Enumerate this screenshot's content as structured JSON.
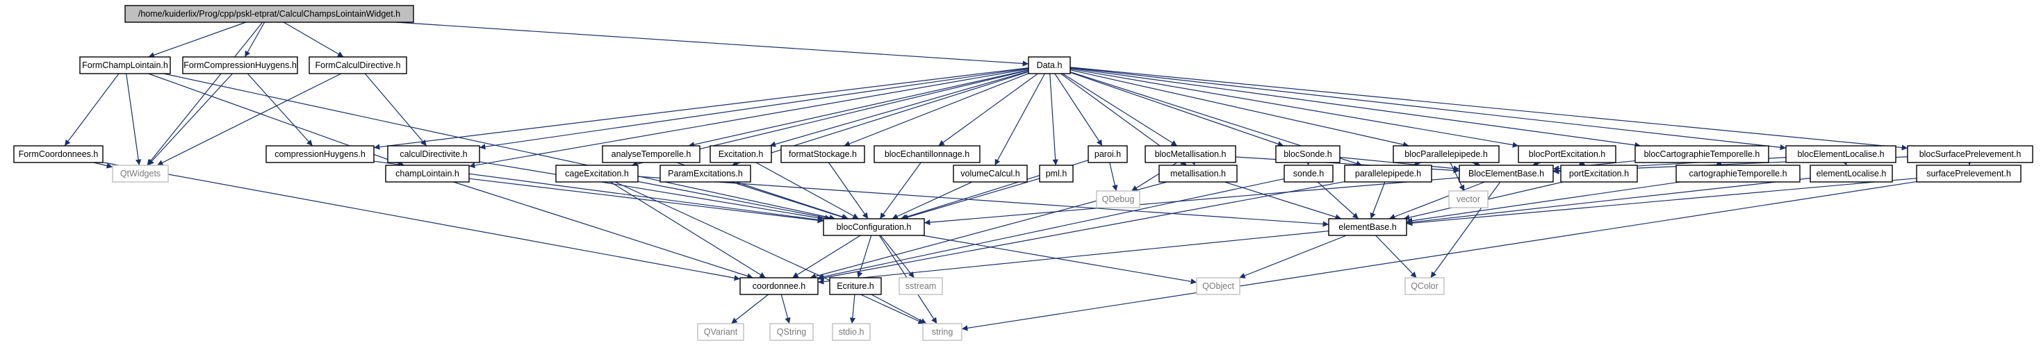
{
  "diagram": {
    "nodes": [
      {
        "id": "root",
        "label": "/home/kuiderlix/Prog/cpp/pskl-etprat/CalculChampsLointainWidget.h",
        "kind": "root"
      },
      {
        "id": "FormChampLointain",
        "label": "FormChampLointain.h",
        "kind": "internal"
      },
      {
        "id": "FormCompressionHuygens",
        "label": "FormCompressionHuygens.h",
        "kind": "internal"
      },
      {
        "id": "FormCalculDirective",
        "label": "FormCalculDirective.h",
        "kind": "internal"
      },
      {
        "id": "Data",
        "label": "Data.h",
        "kind": "internal"
      },
      {
        "id": "FormCoordonnees",
        "label": "FormCoordonnees.h",
        "kind": "internal"
      },
      {
        "id": "QtWidgets",
        "label": "QtWidgets",
        "kind": "external"
      },
      {
        "id": "compressionHuygens",
        "label": "compressionHuygens.h",
        "kind": "internal"
      },
      {
        "id": "calculDirectivite",
        "label": "calculDirectivite.h",
        "kind": "internal"
      },
      {
        "id": "analyseTemporelle",
        "label": "analyseTemporelle.h",
        "kind": "internal"
      },
      {
        "id": "Excitation",
        "label": "Excitation.h",
        "kind": "internal"
      },
      {
        "id": "formatStockage",
        "label": "formatStockage.h",
        "kind": "internal"
      },
      {
        "id": "blocEchantillonnage",
        "label": "blocEchantillonnage.h",
        "kind": "internal"
      },
      {
        "id": "paroi",
        "label": "paroi.h",
        "kind": "internal"
      },
      {
        "id": "blocMetallisation",
        "label": "blocMetallisation.h",
        "kind": "internal"
      },
      {
        "id": "blocSonde",
        "label": "blocSonde.h",
        "kind": "internal"
      },
      {
        "id": "blocParallelepipede",
        "label": "blocParallelepipede.h",
        "kind": "internal"
      },
      {
        "id": "blocPortExcitation",
        "label": "blocPortExcitation.h",
        "kind": "internal"
      },
      {
        "id": "blocCartographieTemporelle",
        "label": "blocCartographieTemporelle.h",
        "kind": "internal"
      },
      {
        "id": "blocElementLocalise",
        "label": "blocElementLocalise.h",
        "kind": "internal"
      },
      {
        "id": "blocSurfacePrelevement",
        "label": "blocSurfacePrelevement.h",
        "kind": "internal"
      },
      {
        "id": "champLointain",
        "label": "champLointain.h",
        "kind": "internal"
      },
      {
        "id": "cageExcitation",
        "label": "cageExcitation.h",
        "kind": "internal"
      },
      {
        "id": "ParamExcitations",
        "label": "ParamExcitations.h",
        "kind": "internal"
      },
      {
        "id": "volumeCalcul",
        "label": "volumeCalcul.h",
        "kind": "internal"
      },
      {
        "id": "pml",
        "label": "pml.h",
        "kind": "internal"
      },
      {
        "id": "QDebug",
        "label": "QDebug",
        "kind": "external"
      },
      {
        "id": "metallisation",
        "label": "metallisation.h",
        "kind": "internal"
      },
      {
        "id": "sonde",
        "label": "sonde.h",
        "kind": "internal"
      },
      {
        "id": "parallelepipede",
        "label": "parallelepipede.h",
        "kind": "internal"
      },
      {
        "id": "vector",
        "label": "vector",
        "kind": "external"
      },
      {
        "id": "BlocElementBase",
        "label": "BlocElementBase.h",
        "kind": "internal"
      },
      {
        "id": "portExcitation",
        "label": "portExcitation.h",
        "kind": "internal"
      },
      {
        "id": "cartographieTemporelle",
        "label": "cartographieTemporelle.h",
        "kind": "internal"
      },
      {
        "id": "elementLocalise",
        "label": "elementLocalise.h",
        "kind": "internal"
      },
      {
        "id": "surfacePrelevement",
        "label": "surfacePrelevement.h",
        "kind": "internal"
      },
      {
        "id": "blocConfiguration",
        "label": "blocConfiguration.h",
        "kind": "internal"
      },
      {
        "id": "elementBase",
        "label": "elementBase.h",
        "kind": "internal"
      },
      {
        "id": "coordonnee",
        "label": "coordonnee.h",
        "kind": "internal"
      },
      {
        "id": "Ecriture",
        "label": "Ecriture.h",
        "kind": "internal"
      },
      {
        "id": "sstream",
        "label": "sstream",
        "kind": "external"
      },
      {
        "id": "QObject",
        "label": "QObject",
        "kind": "external"
      },
      {
        "id": "QColor",
        "label": "QColor",
        "kind": "external"
      },
      {
        "id": "QVariant",
        "label": "QVariant",
        "kind": "external"
      },
      {
        "id": "QString",
        "label": "QString",
        "kind": "external"
      },
      {
        "id": "stdio",
        "label": "stdio.h",
        "kind": "external"
      },
      {
        "id": "string",
        "label": "string",
        "kind": "external"
      }
    ],
    "edges": [
      [
        "root",
        "FormChampLointain"
      ],
      [
        "root",
        "FormCompressionHuygens"
      ],
      [
        "root",
        "FormCalculDirective"
      ],
      [
        "root",
        "Data"
      ],
      [
        "root",
        "QtWidgets"
      ],
      [
        "FormChampLointain",
        "FormCoordonnees"
      ],
      [
        "FormChampLointain",
        "QtWidgets"
      ],
      [
        "FormChampLointain",
        "champLointain"
      ],
      [
        "FormChampLointain",
        "blocConfiguration"
      ],
      [
        "FormCompressionHuygens",
        "QtWidgets"
      ],
      [
        "FormCompressionHuygens",
        "compressionHuygens"
      ],
      [
        "FormCalculDirective",
        "QtWidgets"
      ],
      [
        "FormCalculDirective",
        "calculDirectivite"
      ],
      [
        "FormCoordonnees",
        "QtWidgets"
      ],
      [
        "FormCoordonnees",
        "coordonnee"
      ],
      [
        "Data",
        "compressionHuygens"
      ],
      [
        "Data",
        "calculDirectivite"
      ],
      [
        "Data",
        "analyseTemporelle"
      ],
      [
        "Data",
        "Excitation"
      ],
      [
        "Data",
        "formatStockage"
      ],
      [
        "Data",
        "blocEchantillonnage"
      ],
      [
        "Data",
        "paroi"
      ],
      [
        "Data",
        "blocMetallisation"
      ],
      [
        "Data",
        "blocSonde"
      ],
      [
        "Data",
        "blocParallelepipede"
      ],
      [
        "Data",
        "blocPortExcitation"
      ],
      [
        "Data",
        "blocCartographieTemporelle"
      ],
      [
        "Data",
        "blocElementLocalise"
      ],
      [
        "Data",
        "blocSurfacePrelevement"
      ],
      [
        "Data",
        "champLointain"
      ],
      [
        "Data",
        "cageExcitation"
      ],
      [
        "Data",
        "ParamExcitations"
      ],
      [
        "Data",
        "volumeCalcul"
      ],
      [
        "Data",
        "pml"
      ],
      [
        "Data",
        "metallisation"
      ],
      [
        "Data",
        "parallelepipede"
      ],
      [
        "compressionHuygens",
        "blocConfiguration"
      ],
      [
        "calculDirectivite",
        "blocConfiguration"
      ],
      [
        "analyseTemporelle",
        "blocConfiguration"
      ],
      [
        "Excitation",
        "blocConfiguration"
      ],
      [
        "formatStockage",
        "blocConfiguration"
      ],
      [
        "blocEchantillonnage",
        "blocConfiguration"
      ],
      [
        "paroi",
        "blocConfiguration"
      ],
      [
        "paroi",
        "QDebug"
      ],
      [
        "blocMetallisation",
        "QDebug"
      ],
      [
        "blocMetallisation",
        "metallisation"
      ],
      [
        "blocMetallisation",
        "BlocElementBase"
      ],
      [
        "blocSonde",
        "sonde"
      ],
      [
        "blocSonde",
        "BlocElementBase"
      ],
      [
        "blocParallelepipede",
        "parallelepipede"
      ],
      [
        "blocParallelepipede",
        "vector"
      ],
      [
        "blocParallelepipede",
        "BlocElementBase"
      ],
      [
        "blocPortExcitation",
        "portExcitation"
      ],
      [
        "blocPortExcitation",
        "BlocElementBase"
      ],
      [
        "blocCartographieTemporelle",
        "cartographieTemporelle"
      ],
      [
        "blocCartographieTemporelle",
        "BlocElementBase"
      ],
      [
        "blocElementLocalise",
        "elementLocalise"
      ],
      [
        "blocElementLocalise",
        "BlocElementBase"
      ],
      [
        "blocSurfacePrelevement",
        "surfacePrelevement"
      ],
      [
        "blocSurfacePrelevement",
        "BlocElementBase"
      ],
      [
        "champLointain",
        "blocConfiguration"
      ],
      [
        "champLointain",
        "coordonnee"
      ],
      [
        "cageExcitation",
        "blocConfiguration"
      ],
      [
        "cageExcitation",
        "coordonnee"
      ],
      [
        "cageExcitation",
        "elementBase"
      ],
      [
        "cageExcitation",
        "string"
      ],
      [
        "ParamExcitations",
        "blocConfiguration"
      ],
      [
        "volumeCalcul",
        "blocConfiguration"
      ],
      [
        "pml",
        "blocConfiguration"
      ],
      [
        "metallisation",
        "elementBase"
      ],
      [
        "metallisation",
        "coordonnee"
      ],
      [
        "sonde",
        "elementBase"
      ],
      [
        "sonde",
        "coordonnee"
      ],
      [
        "parallelepipede",
        "elementBase"
      ],
      [
        "parallelepipede",
        "coordonnee"
      ],
      [
        "BlocElementBase",
        "blocConfiguration"
      ],
      [
        "BlocElementBase",
        "elementBase"
      ],
      [
        "BlocElementBase",
        "QColor"
      ],
      [
        "portExcitation",
        "elementBase"
      ],
      [
        "cartographieTemporelle",
        "elementBase"
      ],
      [
        "elementLocalise",
        "elementBase"
      ],
      [
        "surfacePrelevement",
        "elementBase"
      ],
      [
        "surfacePrelevement",
        "string"
      ],
      [
        "blocConfiguration",
        "coordonnee"
      ],
      [
        "blocConfiguration",
        "Ecriture"
      ],
      [
        "blocConfiguration",
        "sstream"
      ],
      [
        "blocConfiguration",
        "string"
      ],
      [
        "blocConfiguration",
        "QObject"
      ],
      [
        "elementBase",
        "coordonnee"
      ],
      [
        "elementBase",
        "QObject"
      ],
      [
        "elementBase",
        "QColor"
      ],
      [
        "coordonnee",
        "QVariant"
      ],
      [
        "coordonnee",
        "QString"
      ],
      [
        "Ecriture",
        "stdio"
      ],
      [
        "Ecriture",
        "string"
      ]
    ]
  }
}
